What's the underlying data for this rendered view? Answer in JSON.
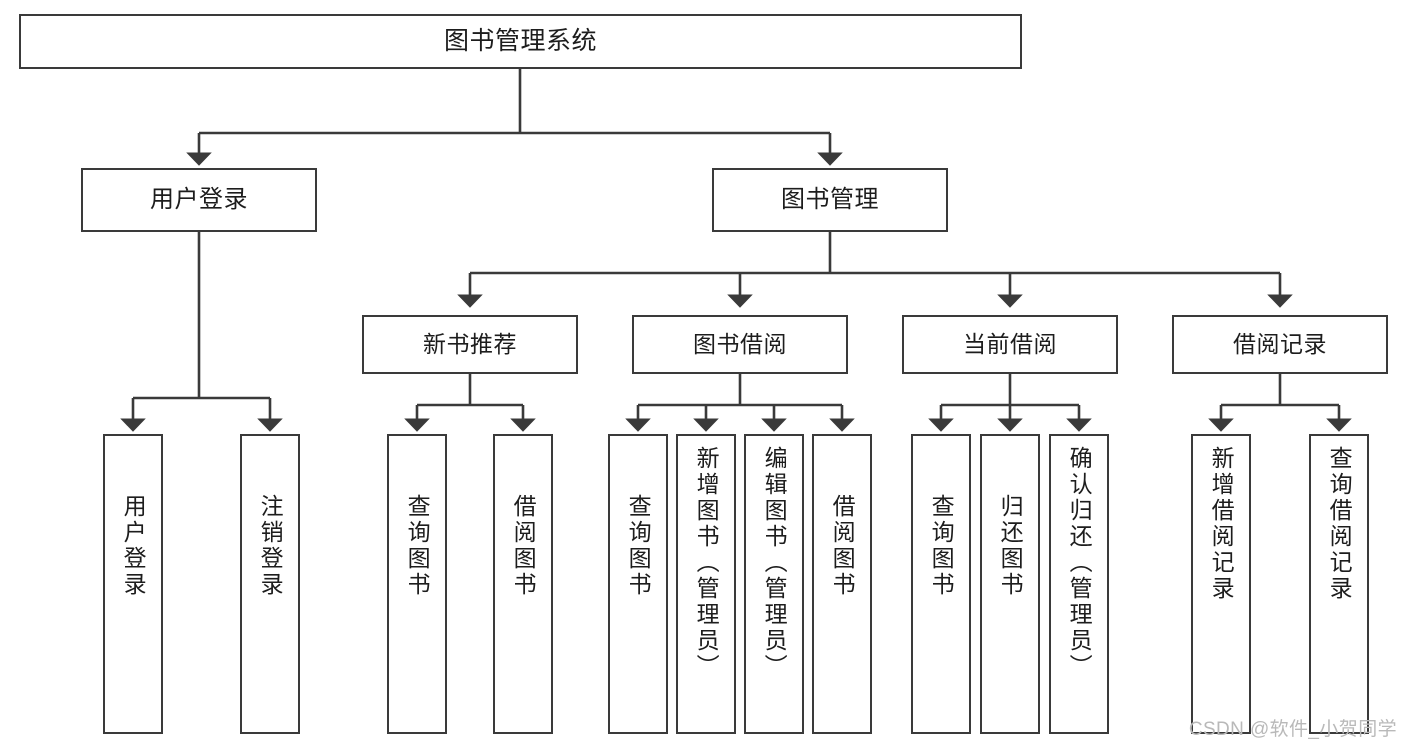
{
  "diagram": {
    "title": "图书管理系统",
    "type": "hierarchy-tree",
    "watermark": "CSDN @软件_小贺同学",
    "colors": {
      "stroke": "#3a3a3a",
      "fill": "#ffffff",
      "text": "#1d1d1d",
      "watermark": "#b9b9b9"
    },
    "levels": {
      "root": {
        "label": "图书管理系统"
      },
      "level2": [
        {
          "label": "用户登录"
        },
        {
          "label": "图书管理"
        }
      ],
      "level3": [
        {
          "label": "新书推荐"
        },
        {
          "label": "图书借阅"
        },
        {
          "label": "当前借阅"
        },
        {
          "label": "借阅记录"
        }
      ],
      "leaves": [
        {
          "label": "用户登录",
          "parent": "用户登录"
        },
        {
          "label": "注销登录",
          "parent": "用户登录"
        },
        {
          "label": "查询图书",
          "parent": "新书推荐"
        },
        {
          "label": "借阅图书",
          "parent": "新书推荐"
        },
        {
          "label": "查询图书",
          "parent": "图书借阅"
        },
        {
          "label": "新增图书（管理员）",
          "parent": "图书借阅"
        },
        {
          "label": "编辑图书（管理员）",
          "parent": "图书借阅"
        },
        {
          "label": "借阅图书",
          "parent": "图书借阅"
        },
        {
          "label": "查询图书",
          "parent": "当前借阅"
        },
        {
          "label": "归还图书",
          "parent": "当前借阅"
        },
        {
          "label": "确认归还（管理员）",
          "parent": "当前借阅"
        },
        {
          "label": "新增借阅记录",
          "parent": "借阅记录"
        },
        {
          "label": "查询借阅记录",
          "parent": "借阅记录"
        }
      ]
    }
  }
}
